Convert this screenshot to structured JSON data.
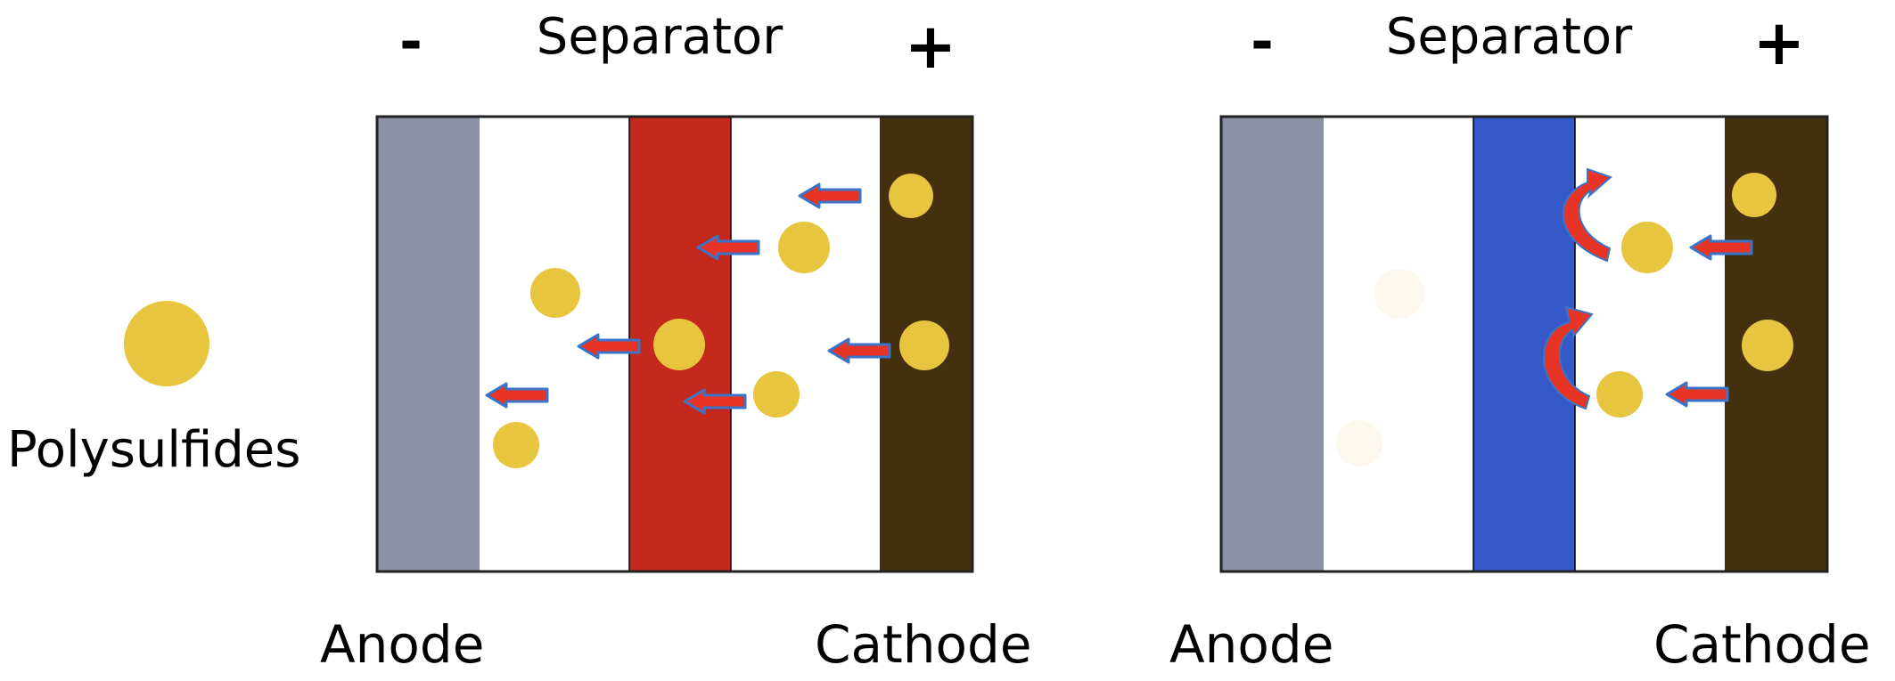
{
  "legend": {
    "label": "Polysulfides"
  },
  "panels": [
    {
      "id": "left",
      "minus_sign": "-",
      "plus_sign": "+",
      "separator_label": "Separator",
      "anode_label": "Anode",
      "cathode_label": "Cathode",
      "separator_color": "#c5281c"
    },
    {
      "id": "right",
      "minus_sign": "-",
      "plus_sign": "+",
      "separator_label": "Separator",
      "anode_label": "Anode",
      "cathode_label": "Cathode",
      "separator_color": "#3659c9"
    }
  ],
  "colors": {
    "anode": "#8d91a6",
    "cathode": "#44300f",
    "polysulfide": "#e8c53f",
    "polysulfide_faded": "#fcf8ee",
    "arrow_fill": "#e83425",
    "arrow_outline": "#3a74c8"
  }
}
